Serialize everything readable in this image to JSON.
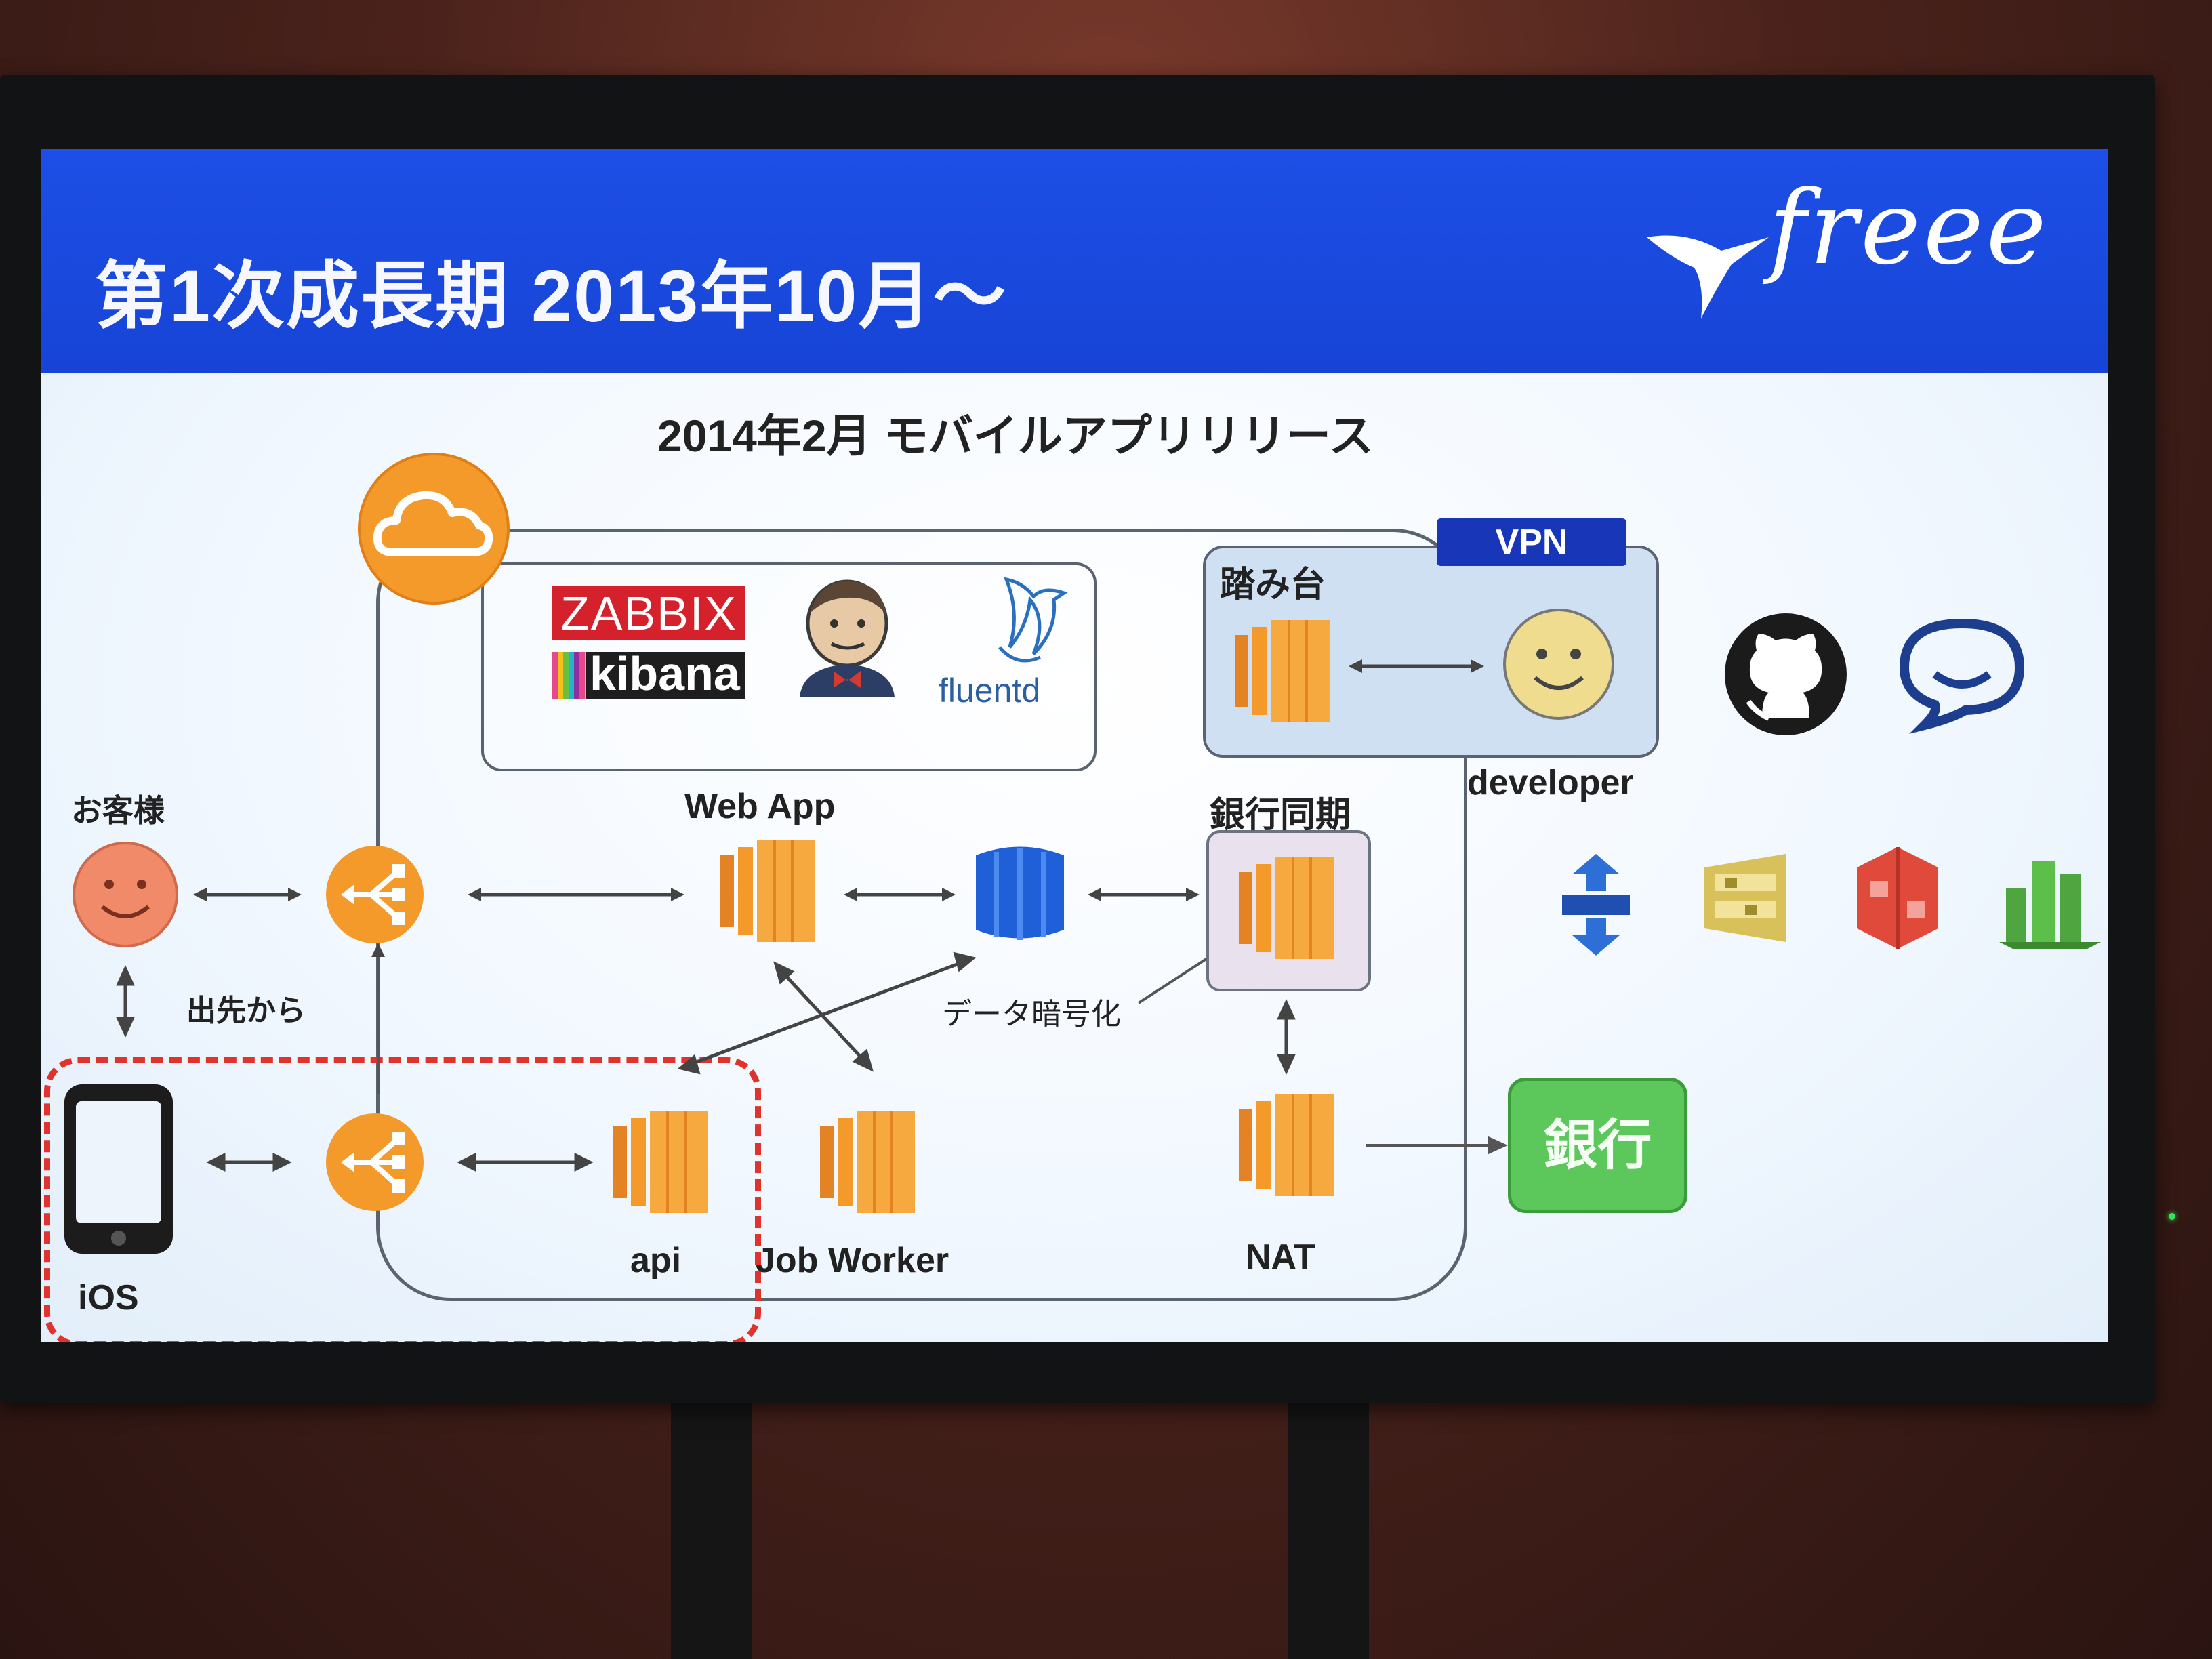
{
  "slide": {
    "title": "第1次成長期 2013年10月～",
    "subtitle": "2014年2月 モバイルアプリリリース",
    "logo_text": "freee"
  },
  "labels": {
    "vpn": "VPN",
    "bastion": "踏み台",
    "developer": "developer",
    "customer": "お客様",
    "web_app": "Web App",
    "bank_sync": "銀行同期",
    "out_of_office": "出先から",
    "data_encryption": "データ暗号化",
    "api": "api",
    "job_worker": "Job Worker",
    "nat": "NAT",
    "ios": "iOS",
    "bank": "銀行"
  },
  "tools": {
    "zabbix": "ZABBIX",
    "kibana": "kibana",
    "fluentd": "fluentd"
  },
  "colors": {
    "header_blue": "#1744d6",
    "aws_orange": "#f39a2b",
    "dynamo_blue": "#1f5fd8",
    "bank_green": "#5cc85c",
    "dash_red": "#e0332e",
    "vpn_navy": "#1837b8"
  },
  "icons": [
    "cloud-icon",
    "jenkins-icon",
    "fluentd-bird-icon",
    "ec2-icon",
    "elb-icon",
    "dynamodb-icon",
    "smiley-icon",
    "iphone-icon",
    "github-icon",
    "hipchat-icon",
    "sqs-icon",
    "s3-icon",
    "cloudwatch-icon"
  ]
}
